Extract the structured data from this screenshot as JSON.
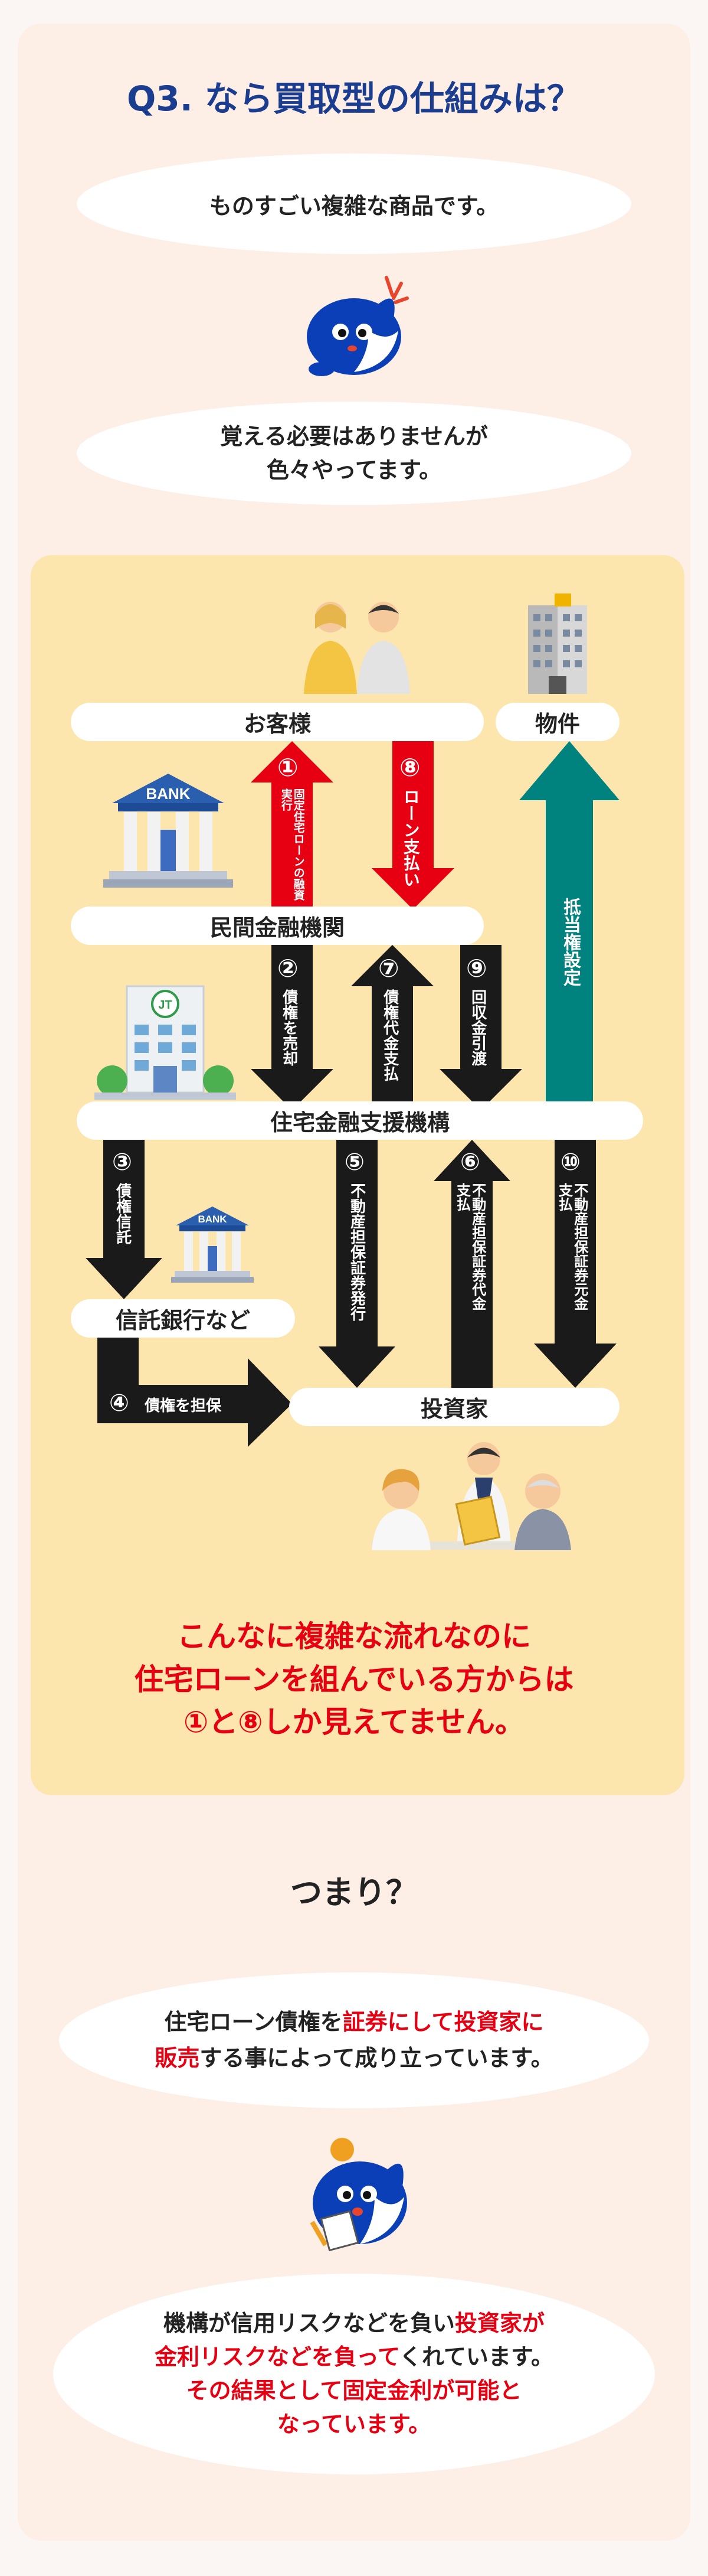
{
  "title": "Q3. なら買取型の仕組みは？",
  "bubble_top": "ものすごい複雑な商品です。",
  "bubble_mid": [
    "覚える必要はありませんが",
    "色々やってます。"
  ],
  "nodes": {
    "customer": "お客様",
    "property": "物件",
    "private_bank": "民間金融機関",
    "jhf": "住宅金融支援機構",
    "trust_bank": "信託銀行など",
    "investor": "投資家",
    "bank_sign": "BANK",
    "bank_sign2": "BANK",
    "jhf_logo": "JT"
  },
  "flows": {
    "f1": {
      "num": "①",
      "label": "固定住宅ローンの融資実行"
    },
    "f8": {
      "num": "⑧",
      "label": "ローン支払い"
    },
    "mortgage": {
      "label": "抵当権設定"
    },
    "f2": {
      "num": "②",
      "label": "債権を売却"
    },
    "f7": {
      "num": "⑦",
      "label": "債権代金支払"
    },
    "f9": {
      "num": "⑨",
      "label": "回収金引渡"
    },
    "f3": {
      "num": "③",
      "label": "債権信託"
    },
    "f5": {
      "num": "⑤",
      "label": "不動産担保証券発行"
    },
    "f6": {
      "num": "⑥",
      "label": "不動産担保証券代金支払"
    },
    "f10": {
      "num": "⑩",
      "label": "不動産担保証券元金支払"
    },
    "f4": {
      "num": "④",
      "label": "債権を担保"
    }
  },
  "emphasis": [
    "こんなに複雑な流れなのに",
    "住宅ローンを組んでいる方からは",
    "①と⑧しか見えてません。"
  ],
  "summary_title": "つまり？",
  "summary1": {
    "l1a": "住宅ローン債権を",
    "l1b": "証券にして投資家に",
    "l2a": "販売",
    "l2b": "する事によって成り立っています。"
  },
  "summary2": {
    "l1a": "機構が信用リスクなどを負い",
    "l1b": "投資家が",
    "l2a": "金利リスクなどを負って",
    "l2b": "くれています。",
    "l3": "その結果として固定金利が可能と",
    "l4": "なっています。"
  },
  "colors": {
    "navy": "#1b3d8f",
    "red_arrow": "#e60012",
    "teal_arrow": "#00827f",
    "black_arrow": "#1a1a1a",
    "inner_bg": "#fde5ae"
  }
}
